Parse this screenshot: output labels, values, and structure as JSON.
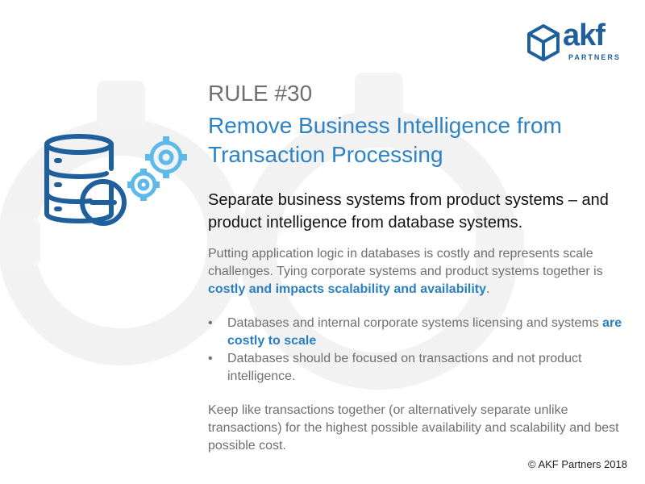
{
  "logo": {
    "word": "akf",
    "sub": "PARTNERS"
  },
  "rule_label": "RULE #30",
  "rule_title": "Remove Business Intelligence from Transaction Processing",
  "subtitle": "Separate business systems from product systems – and product intelligence from database systems.",
  "paragraph1": {
    "text_before": "Putting application logic in databases is costly and represents scale challenges.  Tying corporate systems and product systems together is ",
    "highlight": "costly and impacts scalability and availability",
    "text_after": "."
  },
  "bullets": [
    {
      "marker": "•",
      "text_before": "Databases and internal corporate systems licensing and systems ",
      "highlight": "are costly to scale",
      "text_after": ""
    },
    {
      "marker": "•",
      "text_before": "Databases should be focused on transactions and not product intelligence.",
      "highlight": "",
      "text_after": ""
    }
  ],
  "paragraph3": "Keep like transactions together (or alternatively separate unlike transactions) for the highest possible availability and scalability and best possible cost.",
  "footer": "© AKF Partners 2018",
  "icons": {
    "logo": "cube-logo-icon",
    "main": "database-minus-gears-icon",
    "background": "gear-watermark-icon"
  },
  "colors": {
    "title_blue": "#2f82c3",
    "highlight_blue": "#2a7fc1",
    "logo_blue": "#1f5f9c",
    "body_gray": "#6f6f6f"
  }
}
